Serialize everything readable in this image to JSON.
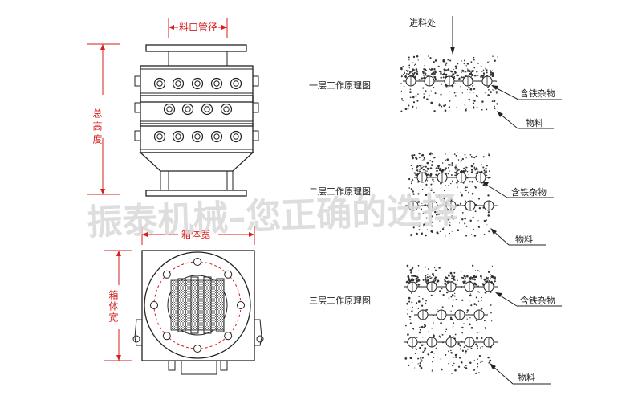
{
  "front_view": {
    "pipe_diameter_label": "料口管径",
    "total_height_label": "总高度"
  },
  "top_view": {
    "box_width_label": "箱体宽",
    "box_width_side_label": "箱体宽"
  },
  "principle": {
    "inlet_label": "进料处",
    "layer1": {
      "title": "一层工作原理图",
      "iron_label": "含铁杂物",
      "material_label": "物料"
    },
    "layer2": {
      "title": "二层工作原理图",
      "iron_label": "含铁杂物",
      "material_label": "物料"
    },
    "layer3": {
      "title": "三层工作原理图",
      "iron_label": "含铁杂物",
      "material_label": "物料"
    }
  },
  "watermark": "振泰机械–您正确的选择",
  "colors": {
    "dimension": "#d81e1e",
    "line": "#222222",
    "watermark": "#d9d9d9"
  }
}
